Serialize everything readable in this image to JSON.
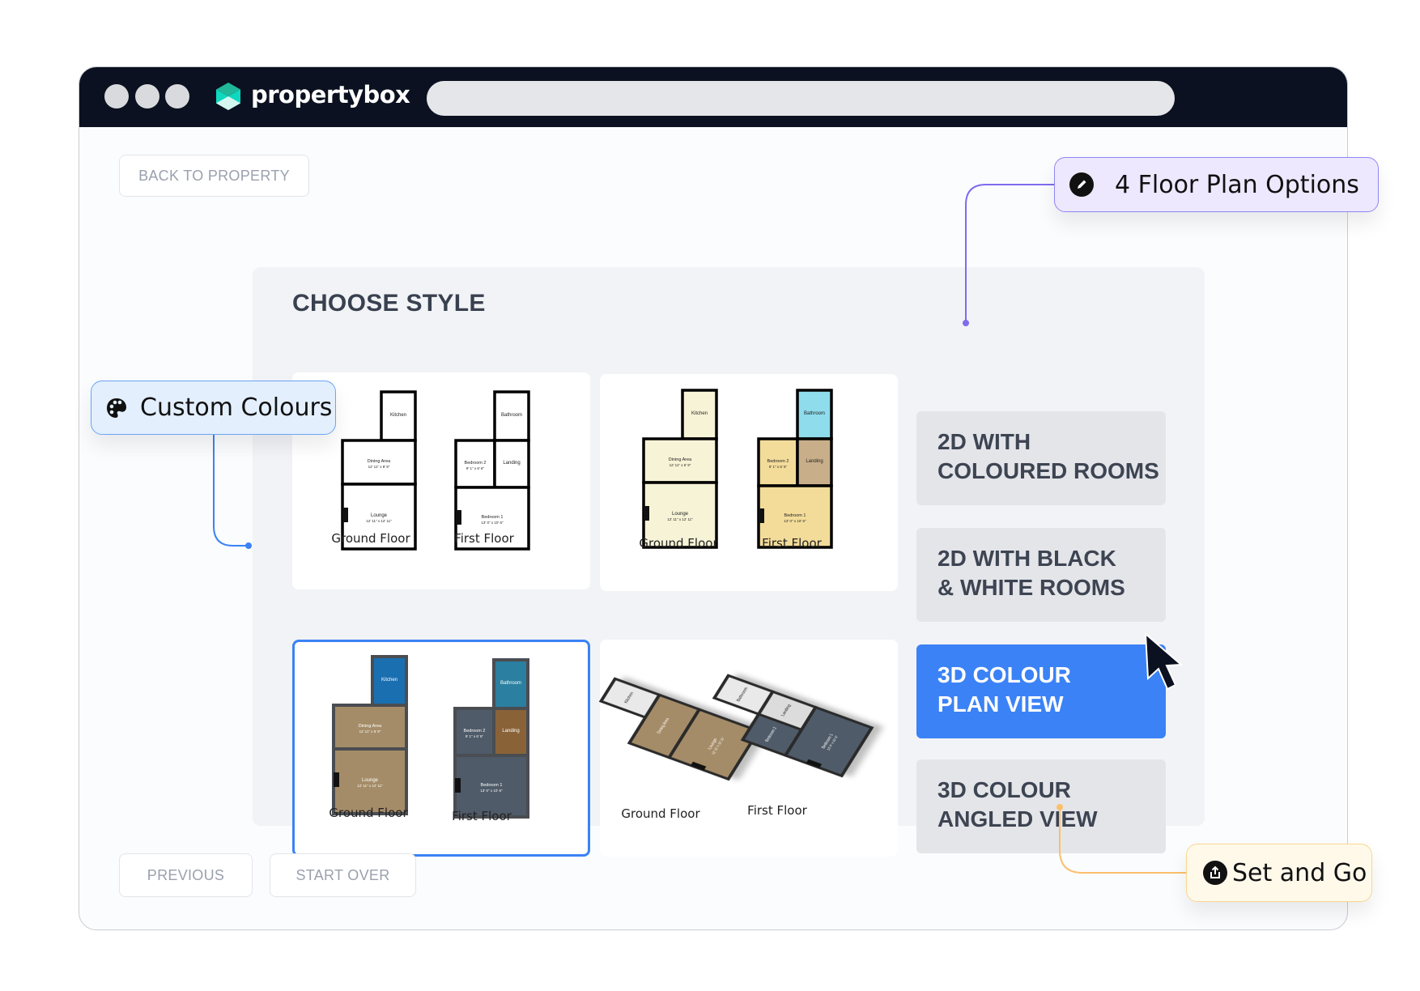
{
  "browser": {
    "brand": "propertybox"
  },
  "nav": {
    "back": "BACK TO PROPERTY",
    "previous": "PREVIOUS",
    "start_over": "START OVER"
  },
  "main": {
    "title": "CHOOSE STYLE",
    "tiles": [
      {
        "style": "bw",
        "selected": false,
        "floors": [
          {
            "label": "Ground Floor",
            "rooms": [
              {
                "name": "Kitchen",
                "dims": ""
              },
              {
                "name": "Dining Area",
                "dims": "12' 11\" x 8' 9\""
              },
              {
                "name": "Lounge",
                "dims": "12' 11\" x 12' 11\""
              }
            ]
          },
          {
            "label": "First Floor",
            "rooms": [
              {
                "name": "Bathroom",
                "dims": ""
              },
              {
                "name": "Bedroom 2",
                "dims": "9' 1\" x 6' 6\""
              },
              {
                "name": "Landing",
                "dims": ""
              },
              {
                "name": "Bedroom 1",
                "dims": "13' 0\" x 10' 6\""
              }
            ]
          }
        ]
      },
      {
        "style": "coloured",
        "selected": false,
        "floors": [
          {
            "label": "Ground Floor",
            "rooms": [
              {
                "name": "Kitchen",
                "dims": ""
              },
              {
                "name": "Dining Area",
                "dims": "12' 11\" x 6' 9\""
              },
              {
                "name": "Lounge",
                "dims": "12' 11\" x 12' 11\""
              }
            ]
          },
          {
            "label": "First Floor",
            "rooms": [
              {
                "name": "Bathroom",
                "dims": ""
              },
              {
                "name": "Bedroom 2",
                "dims": "9' 1\" x 6' 5\""
              },
              {
                "name": "Landing",
                "dims": ""
              },
              {
                "name": "Bedroom 1",
                "dims": "13' 0\" x 10' 6\""
              }
            ]
          }
        ]
      },
      {
        "style": "3d-plan",
        "selected": true,
        "floors": [
          {
            "label": "Ground Floor",
            "rooms": [
              {
                "name": "Kitchen",
                "dims": ""
              },
              {
                "name": "Dining Area",
                "dims": "12' 11\" x 6' 9\""
              },
              {
                "name": "Lounge",
                "dims": "12' 11\" x 12' 11\""
              }
            ]
          },
          {
            "label": "First Floor",
            "rooms": [
              {
                "name": "Bathroom",
                "dims": ""
              },
              {
                "name": "Bedroom 2",
                "dims": "9' 1\" x 6' 5\""
              },
              {
                "name": "Landing",
                "dims": ""
              },
              {
                "name": "Bedroom 1",
                "dims": "13' 0\" x 10' 6\""
              }
            ]
          }
        ]
      },
      {
        "style": "3d-angled",
        "selected": false,
        "floors": [
          {
            "label": "Ground Floor",
            "rooms": [
              {
                "name": "Kitchen",
                "dims": ""
              },
              {
                "name": "Dining Area",
                "dims": ""
              },
              {
                "name": "Lounge",
                "dims": "12' 11\" x 12' 11\""
              }
            ]
          },
          {
            "label": "First Floor",
            "rooms": [
              {
                "name": "Bathroom",
                "dims": ""
              },
              {
                "name": "Bedroom 2",
                "dims": ""
              },
              {
                "name": "Landing",
                "dims": ""
              },
              {
                "name": "Bedroom 1",
                "dims": "13' 0\" x 10' 6\""
              }
            ]
          }
        ]
      }
    ],
    "options": [
      {
        "line1": "2D WITH",
        "line2": "COLOURED ROOMS",
        "active": false
      },
      {
        "line1": "2D WITH BLACK",
        "line2": "& WHITE ROOMS",
        "active": false
      },
      {
        "line1": "3D COLOUR",
        "line2": "PLAN VIEW",
        "active": true
      },
      {
        "line1": "3D COLOUR",
        "line2": "ANGLED VIEW",
        "active": false
      }
    ]
  },
  "callouts": {
    "floor_plan_options": {
      "label": "4 Floor Plan Options",
      "icon": "pencil-icon",
      "color": "#7c6cf0"
    },
    "custom_colours": {
      "label": "Custom Colours",
      "icon": "palette-icon",
      "color": "#3b82f6"
    },
    "set_and_go": {
      "label": "Set and Go",
      "icon": "share-icon",
      "color": "#fbbf6a"
    }
  },
  "colors": {
    "accent": "#3b82f6",
    "titlebar": "#0b1120",
    "palettes": {
      "bw": {
        "wall": "#000000",
        "Kitchen": "#ffffff",
        "Dining Area": "#ffffff",
        "Lounge": "#ffffff",
        "Bathroom": "#ffffff",
        "Bedroom 2": "#ffffff",
        "Landing": "#ffffff",
        "Bedroom 1": "#ffffff"
      },
      "coloured": {
        "wall": "#000000",
        "Kitchen": "#f7f3d6",
        "Dining Area": "#f7f3d6",
        "Lounge": "#f7f3d6",
        "Bathroom": "#8fdcec",
        "Bedroom 2": "#f3dc9a",
        "Landing": "#c9ae8a",
        "Bedroom 1": "#f3dc9a"
      },
      "3d-plan": {
        "wall": "#4a4d52",
        "Kitchen": "#1a6fb0",
        "Dining Area": "#a58c68",
        "Lounge": "#a58c68",
        "Bathroom": "#2b7fa0",
        "Bedroom 2": "#4f5b69",
        "Landing": "#8a6238",
        "Bedroom 1": "#4f5b69"
      },
      "3d-angled": {
        "wall": "#2a2a2a",
        "Kitchen": "#e9e9e9",
        "Dining Area": "#a58c68",
        "Lounge": "#a58c68",
        "Bathroom": "#e9e9e9",
        "Bedroom 2": "#4f5b69",
        "Landing": "#dcdcdc",
        "Bedroom 1": "#4f5b69"
      }
    }
  }
}
